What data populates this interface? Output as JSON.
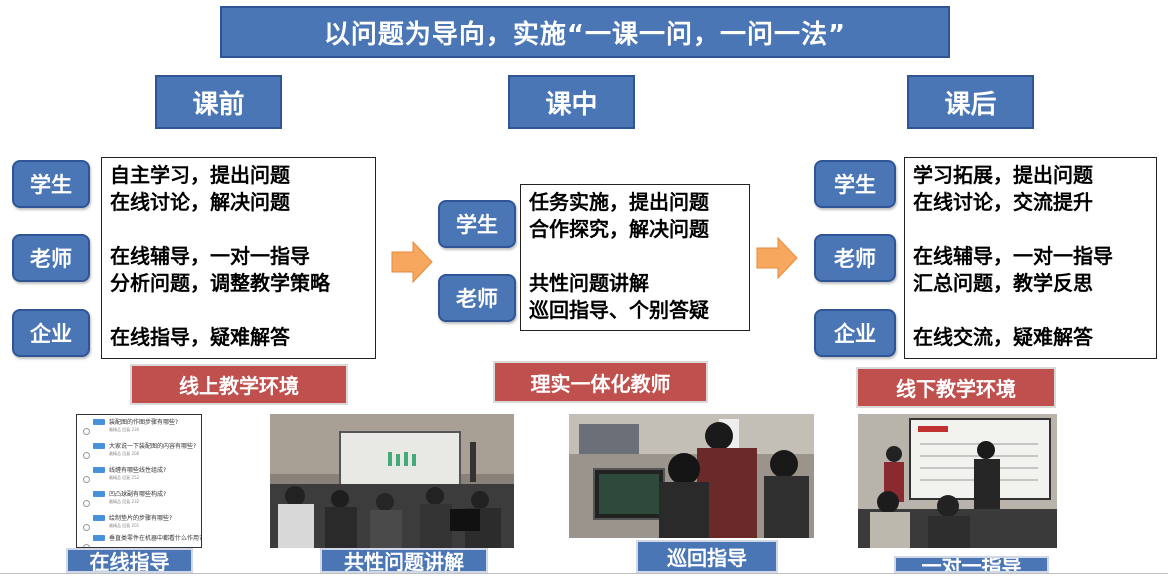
{
  "title": "以问题为导向，实施“一课一问，一问一法”",
  "phases": {
    "before": "课前",
    "during": "课中",
    "after": "课后"
  },
  "before": {
    "roles": [
      "学生",
      "老师",
      "企业"
    ],
    "student_lines": [
      "自主学习，提出问题",
      "在线讨论，解决问题"
    ],
    "teacher_lines": [
      "在线辅导，一对一指导",
      "分析问题，调整教学策略"
    ],
    "enterprise_lines": [
      "在线指导，疑难解答"
    ],
    "environment": "线上教学环境"
  },
  "during": {
    "roles": [
      "学生",
      "老师"
    ],
    "student_lines": [
      "任务实施，提出问题",
      "合作探究，解决问题"
    ],
    "teacher_lines": [
      "共性问题讲解",
      "巡回指导、个别答疑"
    ],
    "environment": "理实一体化教师"
  },
  "after": {
    "roles": [
      "学生",
      "老师",
      "企业"
    ],
    "student_lines": [
      "学习拓展，提出问题",
      "在线讨论，交流提升"
    ],
    "teacher_lines": [
      "在线辅导，一对一指导",
      "汇总问题，教学反思"
    ],
    "enterprise_lines": [
      "在线交流，疑难解答"
    ],
    "environment": "线下教学环境"
  },
  "captions": [
    "在线指导",
    "共性问题讲解",
    "巡回指导",
    "一对一指导"
  ],
  "phone_questions": [
    {
      "text": "装配图的作图步骤有哪些?",
      "meta": "最精品   回复 230"
    },
    {
      "text": "大家说一下装配图的内容有哪些?",
      "meta": "最精品   回复 200"
    },
    {
      "text": "线缠有哪些线性组成?",
      "meta": "最精品   回复 252"
    },
    {
      "text": "凹凸球副有哪些构成?",
      "meta": "最精品   回复 232"
    },
    {
      "text": "绘制垫片的步骤有哪些?",
      "meta": "最精品   回复 201"
    },
    {
      "text": "垂直类零件在机器中都看什么作用?",
      "meta": ""
    }
  ],
  "colors": {
    "blue": "#4a76b5",
    "red": "#c0504d",
    "arrow": "#f7a85e"
  }
}
